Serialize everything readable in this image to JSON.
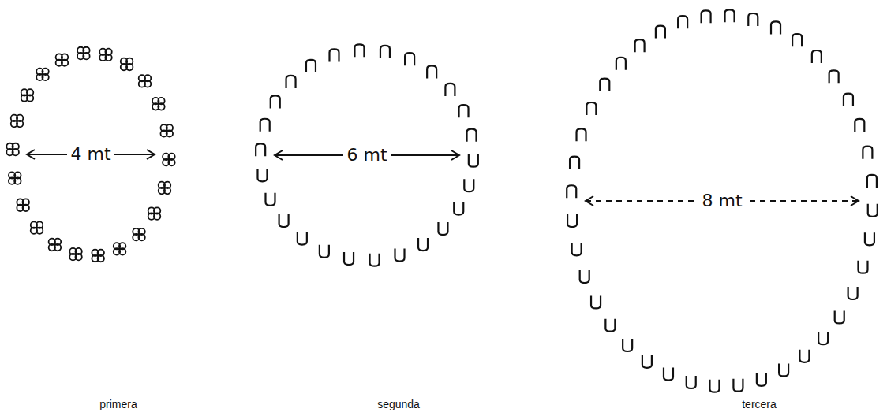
{
  "diagram": {
    "nodes": [
      {
        "text": [
          "4 mt"
        ]
      },
      {
        "text": [
          "6 mt"
        ]
      },
      {
        "text": [
          "8 mt"
        ]
      }
    ],
    "labels": [
      "primera",
      "segunda",
      "tercera"
    ]
  }
}
